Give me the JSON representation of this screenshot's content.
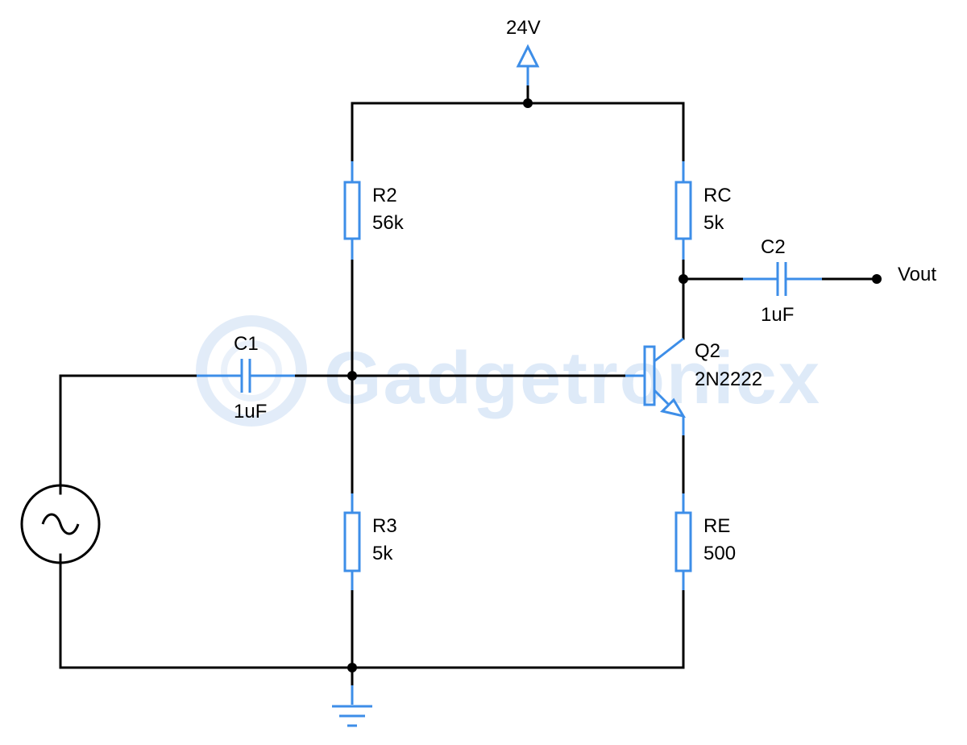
{
  "supply": {
    "label": "24V"
  },
  "output": {
    "label": "Vout"
  },
  "components": {
    "r2": {
      "ref": "R2",
      "value": "56k"
    },
    "r3": {
      "ref": "R3",
      "value": "5k"
    },
    "rc": {
      "ref": "RC",
      "value": "5k"
    },
    "re": {
      "ref": "RE",
      "value": "500"
    },
    "c1": {
      "ref": "C1",
      "value": "1uF"
    },
    "c2": {
      "ref": "C2",
      "value": "1uF"
    },
    "q2": {
      "ref": "Q2",
      "value": "2N2222"
    }
  },
  "watermark": {
    "text": "Gadgetronicx"
  },
  "colors": {
    "wire": "#000000",
    "component": "#3d8ee8",
    "watermark": "#d6e6f8"
  }
}
